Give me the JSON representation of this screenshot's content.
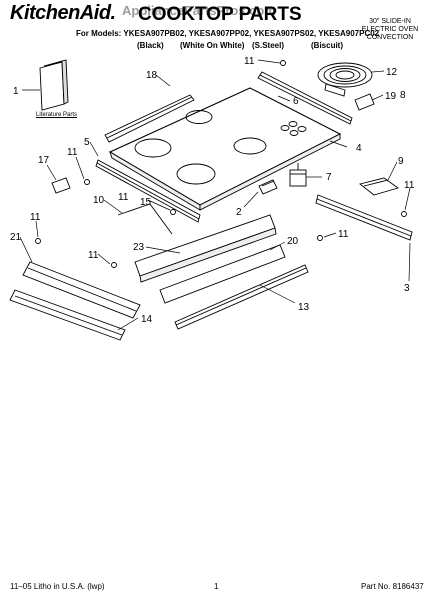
{
  "header": {
    "brand": "KitchenAid.",
    "title": "COOKTOP PARTS",
    "watermark": "AppliancePartsPros.com",
    "corner_line1": "30\" SLIDE-IN",
    "corner_line2": "ELECTRIC OVEN",
    "corner_line3": "CONVECTION",
    "models_line": "For Models: YKESA907PB02, YKESA907PP02, YKESA907PS02, YKESA907PC02",
    "colors": [
      "(Black)",
      "(White On White)",
      "(S.Steel)",
      "(Biscuit)"
    ]
  },
  "diagram": {
    "literature_label": "Literature Parts",
    "callouts": [
      "1",
      "2",
      "3",
      "4",
      "5",
      "6",
      "7",
      "8",
      "9",
      "10",
      "11",
      "11",
      "11",
      "11",
      "11",
      "11",
      "11",
      "12",
      "13",
      "14",
      "15",
      "17",
      "18",
      "19",
      "20",
      "21",
      "23"
    ]
  },
  "footer": {
    "left": "11–05 Litho in U.S.A. (lwp)",
    "page": "1",
    "part": "Part No. 8186437"
  }
}
